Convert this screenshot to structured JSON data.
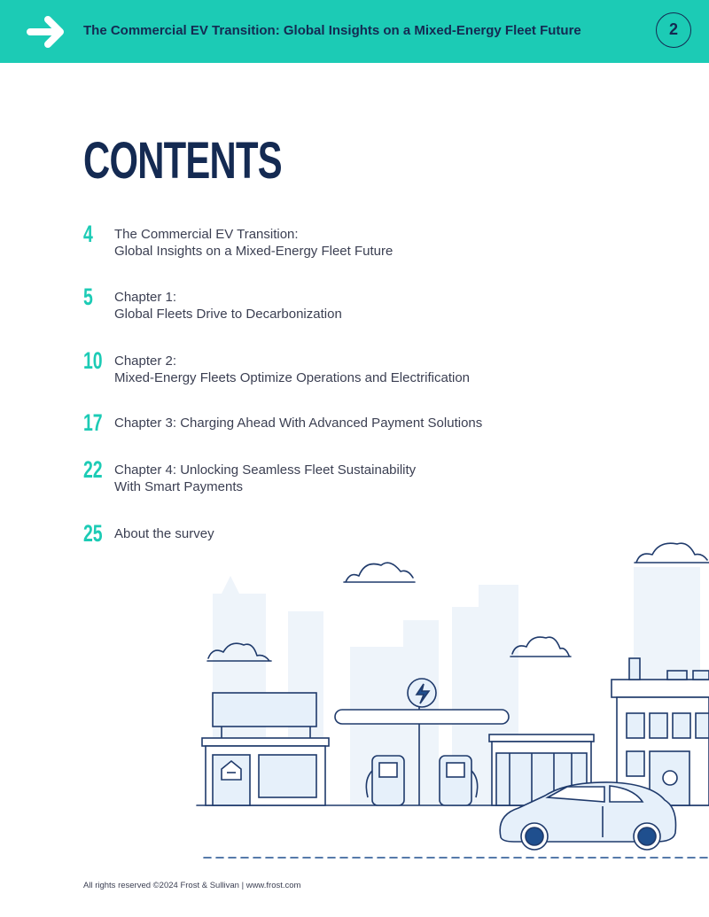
{
  "header": {
    "title": "The Commercial EV Transition: Global Insights on a Mixed-Energy Fleet Future",
    "page_number": "2",
    "accent_color": "#1ccbb5",
    "navy_color": "#142a52"
  },
  "contents": {
    "heading": "CONTENTS",
    "items": [
      {
        "page": "4",
        "line1": "The Commercial EV Transition:",
        "line2": "Global Insights on a Mixed-Energy Fleet Future"
      },
      {
        "page": "5",
        "line1": "Chapter 1:",
        "line2": "Global Fleets Drive to Decarbonization"
      },
      {
        "page": "10",
        "line1": "Chapter 2:",
        "line2": "Mixed-Energy Fleets Optimize Operations and Electrification"
      },
      {
        "page": "17",
        "line1": "Chapter 3: Charging Ahead With Advanced Payment Solutions",
        "line2": ""
      },
      {
        "page": "22",
        "line1": "Chapter 4: Unlocking Seamless Fleet Sustainability",
        "line2": "With Smart Payments"
      },
      {
        "page": "25",
        "line1": "About the survey",
        "line2": ""
      }
    ]
  },
  "footer": {
    "text": "All rights reserved ©2024 Frost & Sullivan  |  www.frost.com"
  },
  "icons": [
    "arrow-right-icon",
    "lightning-bolt-icon"
  ]
}
